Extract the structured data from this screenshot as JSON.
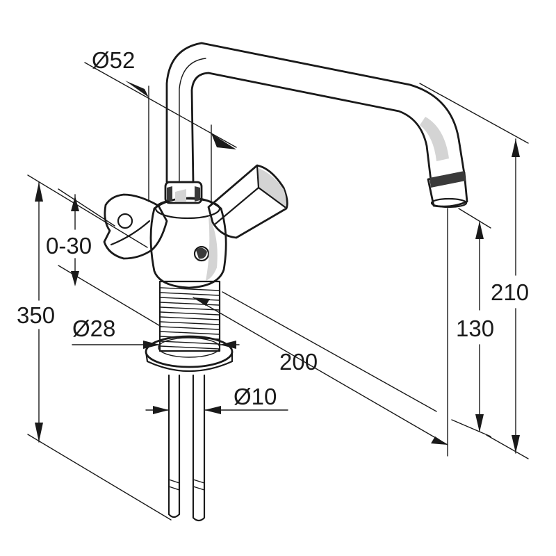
{
  "dimensions": {
    "spout_diameter": "Ø52",
    "adjust_range": "0-30",
    "deck_height": "350",
    "base_diameter": "Ø28",
    "reach": "200",
    "pipe_diameter": "Ø10",
    "outlet_height": "130",
    "total_height": "210"
  }
}
